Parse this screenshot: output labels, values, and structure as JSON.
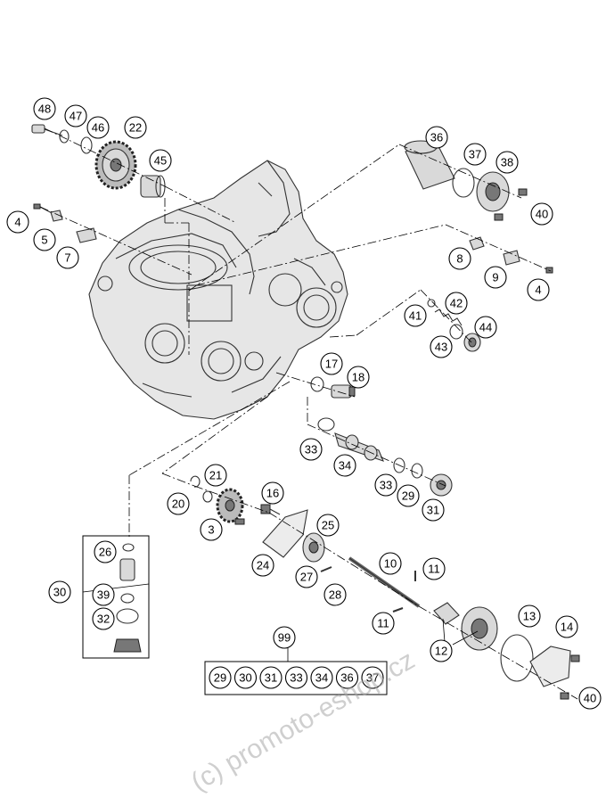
{
  "watermark": "(c) promoto-eshop.cz",
  "callouts": [
    "48",
    "47",
    "46",
    "22",
    "45",
    "36",
    "37",
    "38",
    "40",
    "4",
    "5",
    "7",
    "8",
    "9",
    "4",
    "41",
    "42",
    "44",
    "43",
    "17",
    "18",
    "33",
    "34",
    "33",
    "29",
    "31",
    "21",
    "16",
    "20",
    "3",
    "25",
    "26",
    "30",
    "39",
    "32",
    "24",
    "10",
    "11",
    "27",
    "28",
    "11",
    "12",
    "13",
    "14",
    "40",
    "99"
  ],
  "kit_99_parts": [
    "29",
    "30",
    "31",
    "33",
    "34",
    "36",
    "37"
  ]
}
